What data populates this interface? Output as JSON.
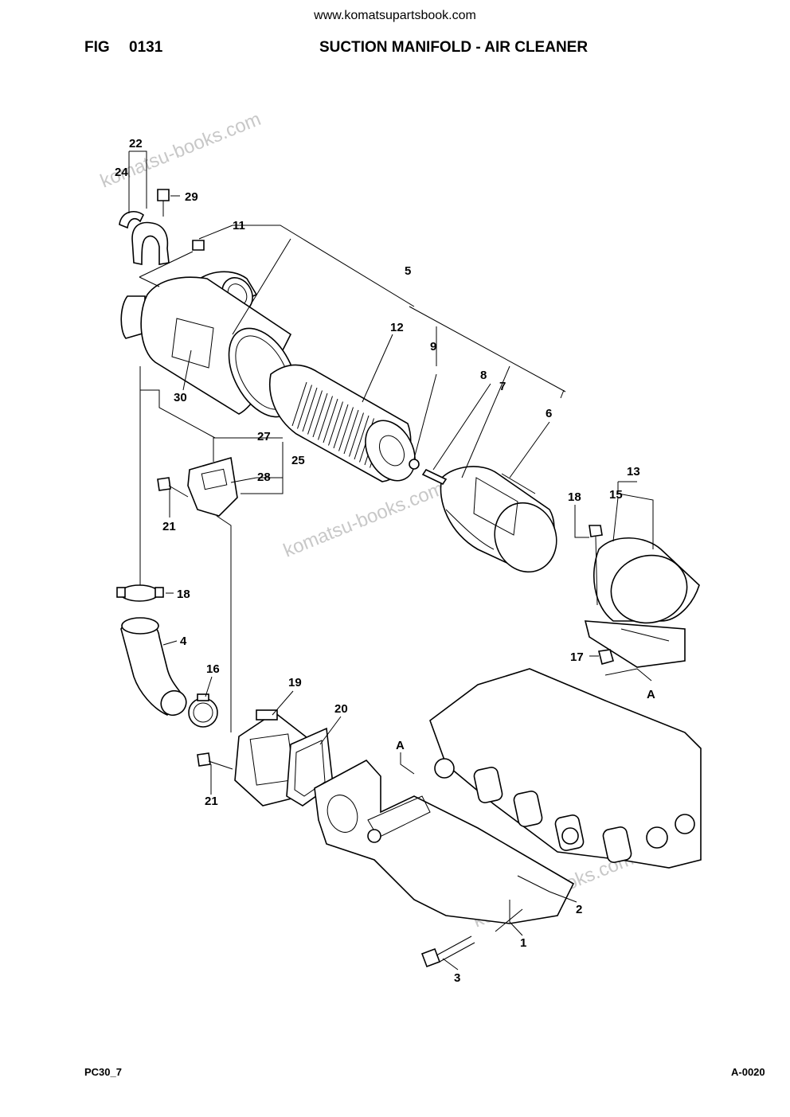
{
  "header": {
    "website": "www.komatsupartsbook.com",
    "fig_label": "FIG",
    "fig_number": "0131",
    "title": "SUCTION MANIFOLD - AIR CLEANER"
  },
  "watermark": "komatsu-books.com",
  "callouts": {
    "c1": "1",
    "c2": "2",
    "c3": "3",
    "c4": "4",
    "c5": "5",
    "c6": "6",
    "c7": "7",
    "c8": "8",
    "c9": "9",
    "c11": "11",
    "c12": "12",
    "c13": "13",
    "c15": "15",
    "c16": "16",
    "c17": "17",
    "c18a": "18",
    "c18b": "18",
    "c19": "19",
    "c20": "20",
    "c21a": "21",
    "c21b": "21",
    "c22": "22",
    "c24": "24",
    "c25": "25",
    "c27": "27",
    "c28": "28",
    "c29": "29",
    "c30": "30",
    "ref_a1": "A",
    "ref_a2": "A"
  },
  "footer": {
    "model": "PC30_7",
    "page_code": "A-0020"
  }
}
